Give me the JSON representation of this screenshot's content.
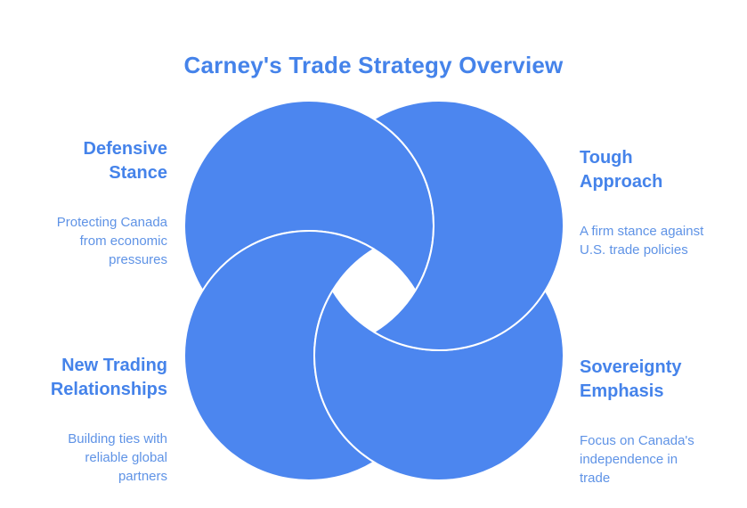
{
  "title": "Carney's Trade Strategy Overview",
  "colors": {
    "petal_blue": "#4c86ef",
    "heading_blue": "#4583ea",
    "body_text_blue": "#5f93e6",
    "background": "#ffffff"
  },
  "graphic": {
    "name": "four-petal-pinwheel",
    "petal_count": 4
  },
  "sections": [
    {
      "id": "defensive",
      "heading": "Defensive\nStance",
      "description": "Protecting Canada\nfrom economic\npressures"
    },
    {
      "id": "tough",
      "heading": "Tough\nApproach",
      "description": "A firm stance against\nU.S. trade policies"
    },
    {
      "id": "newtrading",
      "heading": "New Trading\nRelationships",
      "description": "Building ties with\nreliable global\npartners"
    },
    {
      "id": "sovereignty",
      "heading": "Sovereignty\nEmphasis",
      "description": "Focus on Canada's\nindependence in\ntrade"
    }
  ]
}
